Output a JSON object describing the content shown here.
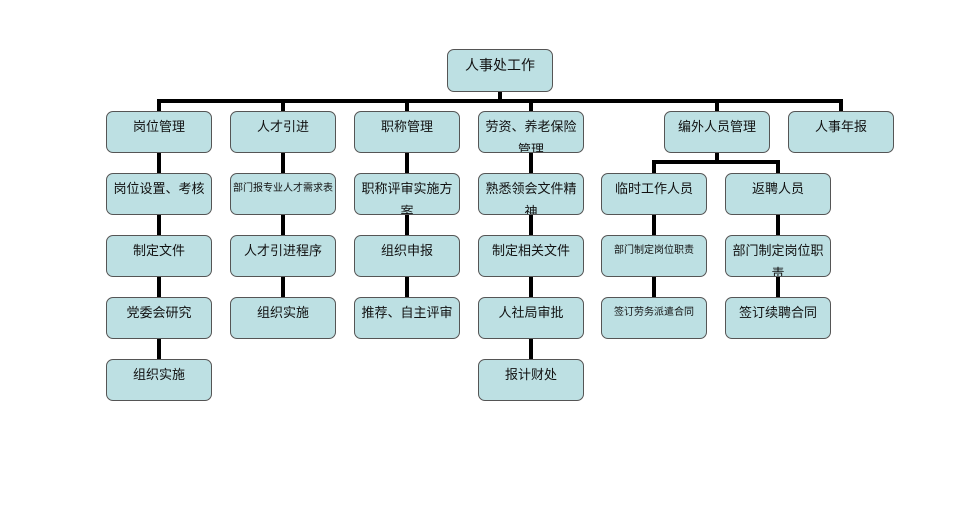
{
  "root": "人事处工作",
  "columns": [
    {
      "head": "岗位管理",
      "items": [
        "岗位设置、考核",
        "制定文件",
        "党委会研究",
        "组织实施"
      ]
    },
    {
      "head": "人才引进",
      "items": [
        "部门报专业人才需求表",
        "人才引进程序",
        "组织实施"
      ]
    },
    {
      "head": "职称管理",
      "items": [
        "职称评审实施方案",
        "组织申报",
        "推荐、自主评审"
      ]
    },
    {
      "head": "劳资、养老保险管理",
      "items": [
        "熟悉领会文件精神",
        "制定相关文件",
        "人社局审批",
        "报计财处"
      ]
    },
    {
      "head": "编外人员管理",
      "subgroups": [
        {
          "head": "临时工作人员",
          "items": [
            "部门制定岗位职责",
            "签订劳务派遣合同"
          ]
        },
        {
          "head": "返聘人员",
          "items": [
            "部门制定岗位职责",
            "签订续聘合同"
          ]
        }
      ]
    },
    {
      "head": "人事年报",
      "items": []
    }
  ],
  "colors": {
    "box": "#bde0e3",
    "line": "#000000"
  }
}
